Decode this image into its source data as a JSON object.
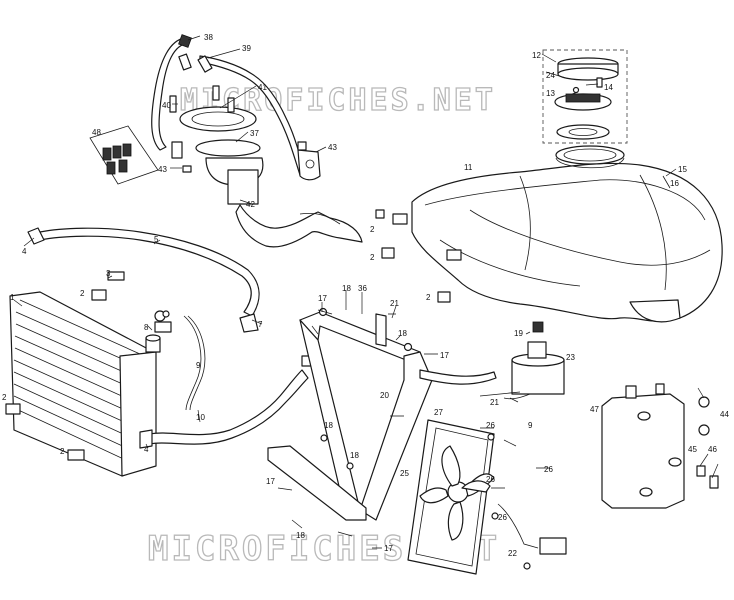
{
  "watermark": {
    "text_top": "MICROFICHES.NET",
    "text_bottom": "MICROFICHES.NET"
  },
  "callouts": [
    "38",
    "39",
    "41",
    "40",
    "37",
    "43",
    "48",
    "43",
    "42",
    "12",
    "24",
    "13",
    "14",
    "11",
    "15",
    "16",
    "4",
    "5",
    "3",
    "1",
    "7",
    "8",
    "2",
    "9",
    "10",
    "4",
    "2",
    "2",
    "2",
    "2",
    "2",
    "17",
    "18",
    "36",
    "21",
    "18",
    "17",
    "20",
    "18",
    "18",
    "17",
    "18",
    "17",
    "19",
    "23",
    "21",
    "9",
    "27",
    "26",
    "26",
    "25",
    "26",
    "26",
    "22",
    "47",
    "44",
    "45",
    "46"
  ]
}
